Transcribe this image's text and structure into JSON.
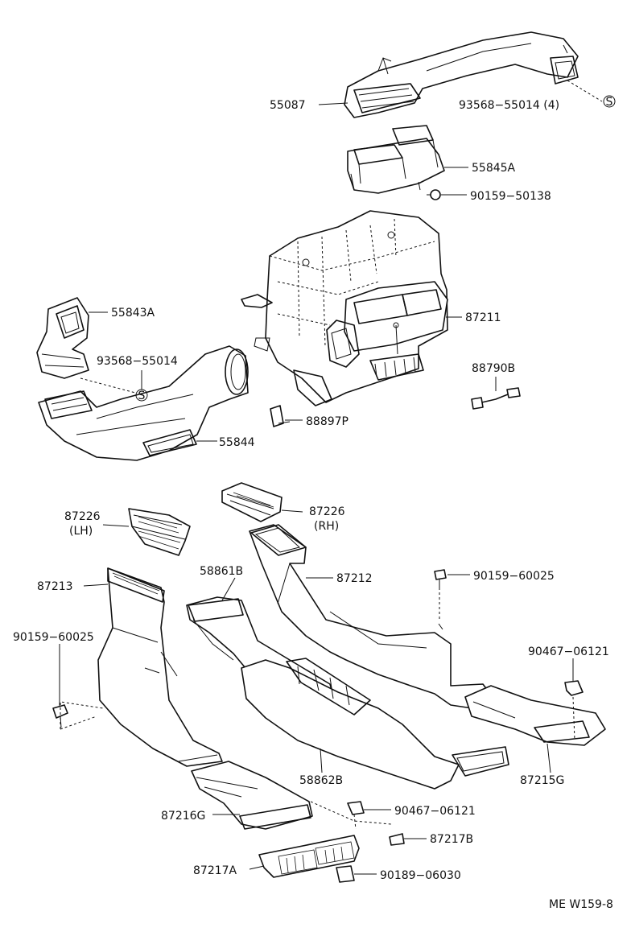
{
  "labels": {
    "p55087": "55087",
    "p93568_4": "93568−55014 (4)",
    "s_top": "S",
    "p55845A": "55845A",
    "p90159_50138": "90159−50138",
    "p55843A": "55843A",
    "p93568": "93568−55014",
    "s_mid": "S",
    "p87211": "87211",
    "p88790B": "88790B",
    "p88897P": "88897P",
    "p55844": "55844",
    "p87226_lh": "87226",
    "lh": "(LH)",
    "p87226_rh": "87226",
    "rh": "(RH)",
    "p58861B": "58861B",
    "p87212": "87212",
    "p90159_60025_r": "90159−60025",
    "p87213": "87213",
    "p90159_60025_l": "90159−60025",
    "p90467_r": "90467−06121",
    "p58862B": "58862B",
    "p87215G": "87215G",
    "p87216G": "87216G",
    "p90467_c": "90467−06121",
    "p87217B": "87217B",
    "p87217A": "87217A",
    "p90189": "90189−06030",
    "code": "ME W159-8"
  }
}
